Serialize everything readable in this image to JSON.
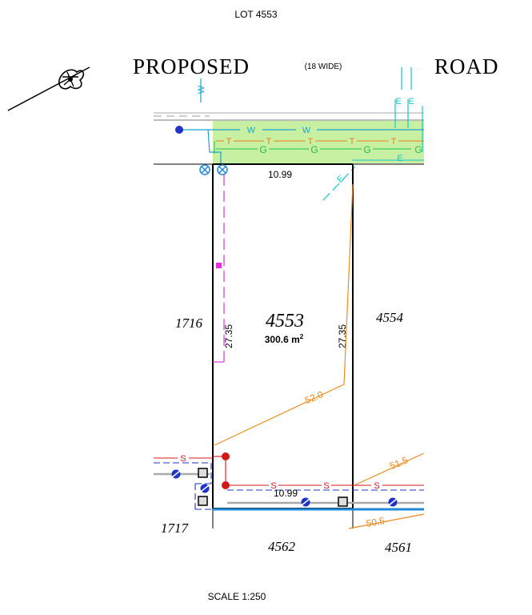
{
  "header": {
    "title": "LOT 4553"
  },
  "road": {
    "word1": "PROPOSED",
    "width_note": "(18 WIDE)",
    "word2": "ROAD"
  },
  "lot": {
    "number": "4553",
    "area_value": "300.6 m",
    "area_unit_sup": "2"
  },
  "dimensions": {
    "frontage": "10.99",
    "rear": "10.99",
    "left_depth": "27.35",
    "right_depth": "27.35"
  },
  "neighbours": {
    "left": "1716",
    "right": "4554",
    "rear_left_corner": "1717",
    "rear_centre": "4562",
    "rear_right": "4561"
  },
  "contours": {
    "c1": "52.0",
    "c2": "51.5",
    "c3": "50.5"
  },
  "service_codes": {
    "water": "W",
    "telecom": "T",
    "gas": "G",
    "electric": "E",
    "sewer": "S"
  },
  "footer": {
    "scale": "SCALE 1:250"
  },
  "colors": {
    "water": "#1ba3cf",
    "telecom": "#f07e1a",
    "gas": "#21c24a",
    "electric": "#13c9c9",
    "sewer": "#d11919",
    "stormwater": "#1f33c8",
    "contour": "#f08a1a",
    "road_fill": "#c8f0a3",
    "easement": "#e030e0"
  }
}
